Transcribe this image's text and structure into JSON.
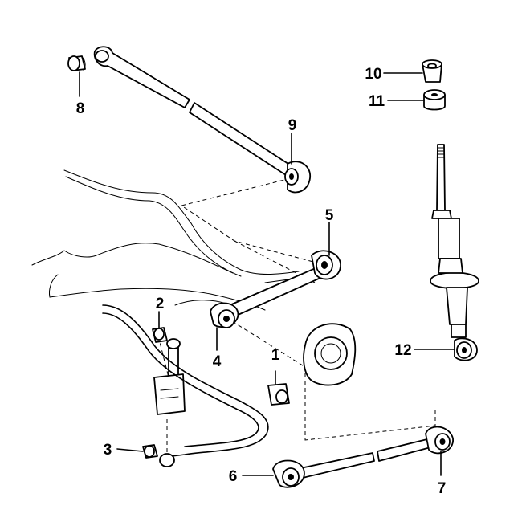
{
  "callouts": [
    {
      "id": "1",
      "text": "1"
    },
    {
      "id": "2",
      "text": "2"
    },
    {
      "id": "3",
      "text": "3"
    },
    {
      "id": "4",
      "text": "4"
    },
    {
      "id": "5",
      "text": "5"
    },
    {
      "id": "6",
      "text": "6"
    },
    {
      "id": "7",
      "text": "7"
    },
    {
      "id": "8",
      "text": "8"
    },
    {
      "id": "9",
      "text": "9"
    },
    {
      "id": "10",
      "text": "10"
    },
    {
      "id": "11",
      "text": "11"
    },
    {
      "id": "12",
      "text": "12"
    }
  ]
}
